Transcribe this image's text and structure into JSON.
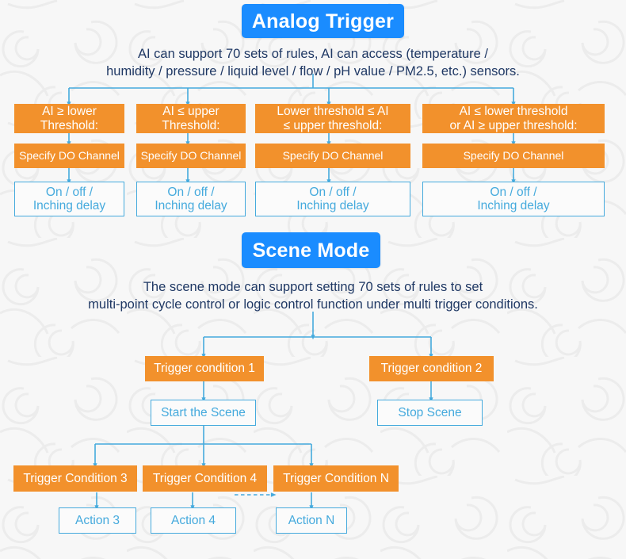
{
  "page": {
    "background": "#f7f7f7",
    "accent_blue": "#1a8cff",
    "line_blue": "#45aadd",
    "orange": "#f2912c",
    "text_navy": "#1f3864"
  },
  "analog_trigger": {
    "title": "Analog Trigger",
    "description": "AI can support 70 sets of rules, AI can access (temperature /\nhumidity / pressure / liquid level / flow / pH value / PM2.5, etc.) sensors.",
    "columns": [
      {
        "condition": "AI ≥ lower\nThreshold:",
        "action": "Specify DO Channel",
        "result": "On / off /\nInching delay"
      },
      {
        "condition": "AI ≤ upper\nThreshold:",
        "action": "Specify DO Channel",
        "result": "On / off /\nInching delay"
      },
      {
        "condition": "Lower threshold ≤ AI\n≤ upper threshold:",
        "action": "Specify DO Channel",
        "result": "On / off /\nInching delay"
      },
      {
        "condition": "AI ≤ lower threshold\nor AI ≥ upper threshold:",
        "action": "Specify DO Channel",
        "result": "On / off /\nInching delay"
      }
    ]
  },
  "scene_mode": {
    "title": "Scene Mode",
    "description": "The scene mode can support setting 70 sets of rules to set\nmulti-point cycle control or logic control function under multi trigger conditions.",
    "trigger_condition_1": "Trigger condition 1",
    "trigger_condition_2": "Trigger condition 2",
    "start_the_scene": "Start the Scene",
    "stop_scene": "Stop Scene",
    "trigger_condition_3": "Trigger Condition 3",
    "trigger_condition_4": "Trigger Condition 4",
    "trigger_condition_n": "Trigger Condition N",
    "action_3": "Action 3",
    "action_4": "Action 4",
    "action_n": "Action N"
  }
}
